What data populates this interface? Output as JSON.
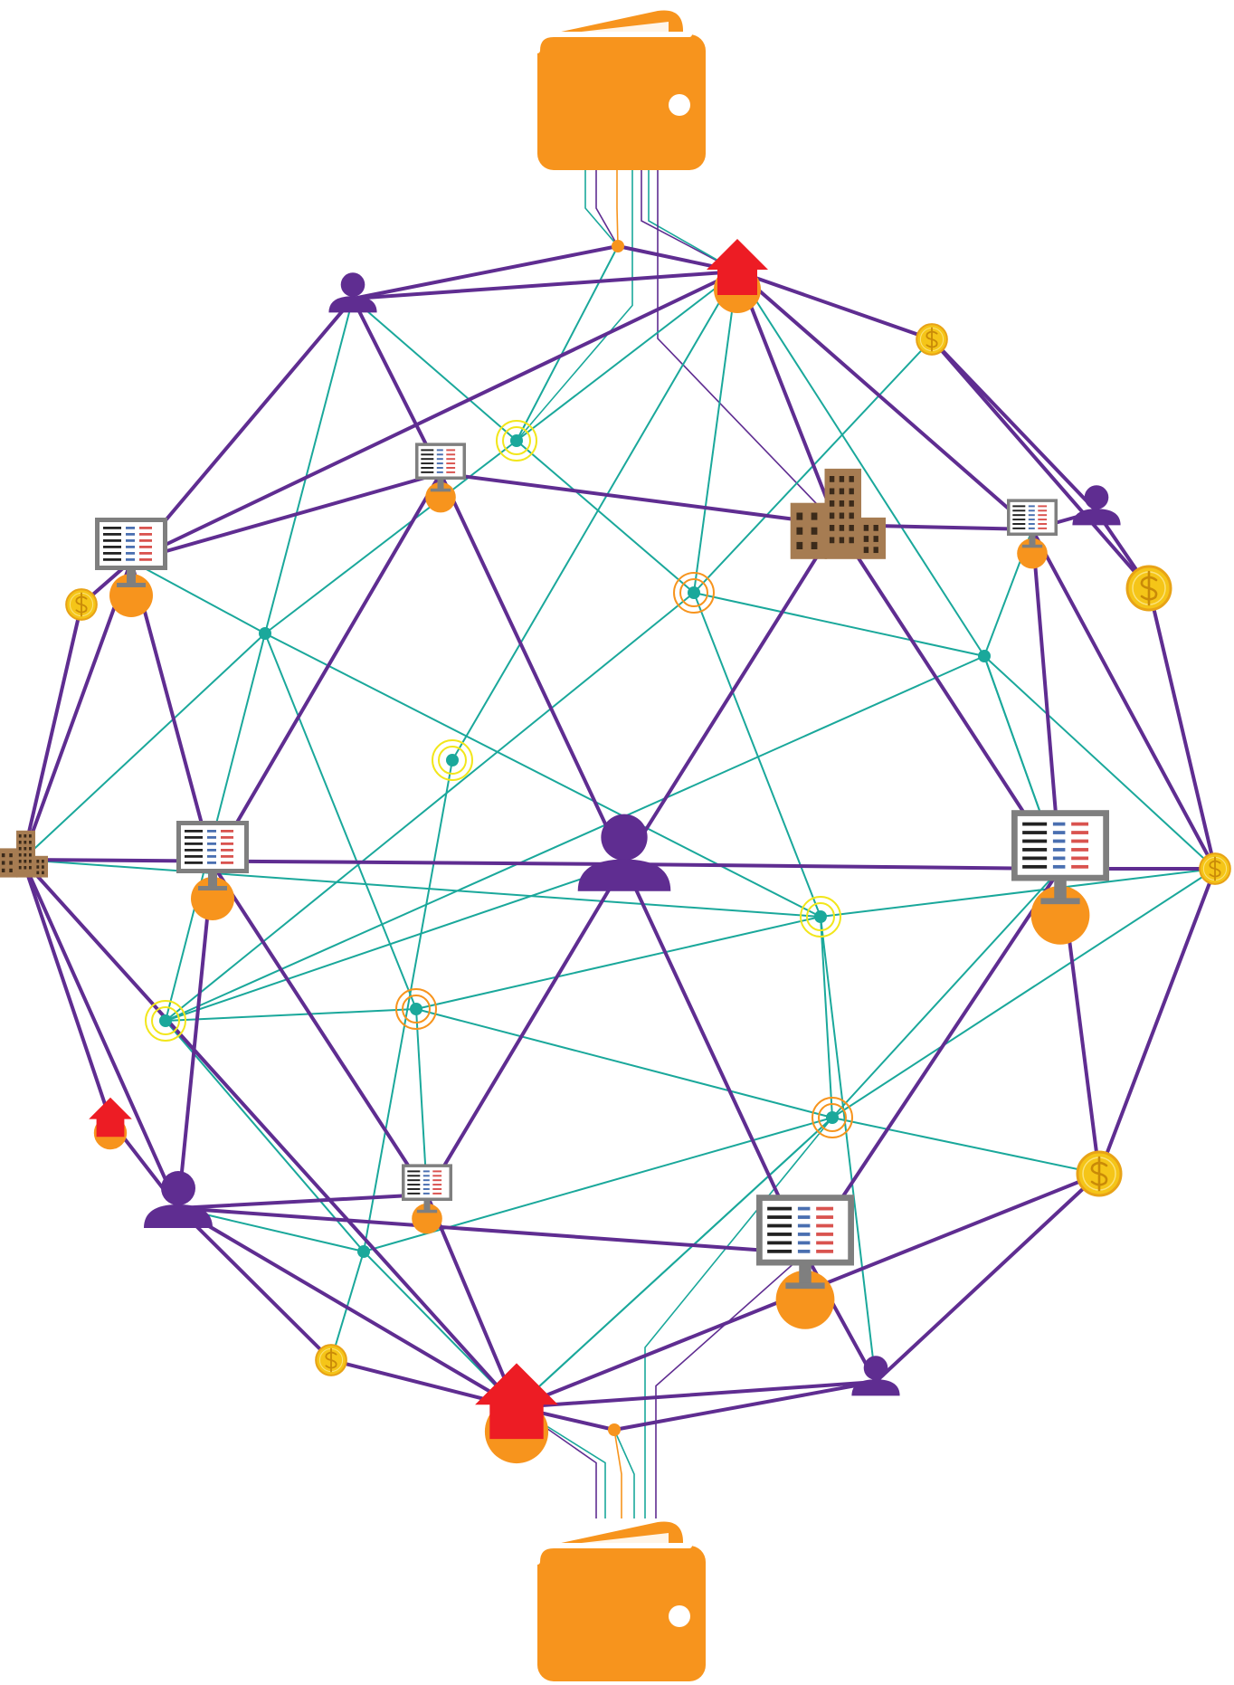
{
  "colors": {
    "purple": "#5f2d91",
    "teal": "#1aa89b",
    "orange": "#f7941d",
    "red": "#ed1c24",
    "coin": "#f5c518",
    "coinEdge": "#e8a317",
    "brown": "#a67c52",
    "gray": "#7f7f7f",
    "yellowRing": "#f2e61b"
  },
  "nodes": [
    {
      "id": "person-center",
      "type": "person",
      "size": "l"
    },
    {
      "id": "person-top",
      "type": "person",
      "size": "s"
    },
    {
      "id": "person-right",
      "type": "person",
      "size": "s"
    },
    {
      "id": "person-left-bottom",
      "type": "person",
      "size": "m"
    },
    {
      "id": "person-bottom-right",
      "type": "person",
      "size": "s"
    },
    {
      "id": "house-top",
      "type": "house",
      "size": "m"
    },
    {
      "id": "house-bottom",
      "type": "house",
      "size": "l"
    },
    {
      "id": "house-left-small",
      "type": "house",
      "size": "s"
    },
    {
      "id": "monitor-upper-left",
      "type": "monitor",
      "size": "m"
    },
    {
      "id": "monitor-top-mid",
      "type": "monitor",
      "size": "s"
    },
    {
      "id": "monitor-upper-right",
      "type": "monitor",
      "size": "s"
    },
    {
      "id": "monitor-left-mid",
      "type": "monitor",
      "size": "m"
    },
    {
      "id": "monitor-right-mid",
      "type": "monitor",
      "size": "l"
    },
    {
      "id": "monitor-lower-mid",
      "type": "monitor",
      "size": "s"
    },
    {
      "id": "monitor-lower-right",
      "type": "monitor",
      "size": "l"
    },
    {
      "id": "building-mid",
      "type": "building",
      "size": "l"
    },
    {
      "id": "building-left",
      "type": "building",
      "size": "s"
    },
    {
      "id": "coin-top-right",
      "type": "coin",
      "size": "s"
    },
    {
      "id": "coin-right",
      "type": "coin",
      "size": "m"
    },
    {
      "id": "coin-left",
      "type": "coin",
      "size": "s"
    },
    {
      "id": "coin-far-right",
      "type": "coin",
      "size": "s"
    },
    {
      "id": "coin-lower-right",
      "type": "coin",
      "size": "m"
    },
    {
      "id": "coin-bottom-left",
      "type": "coin",
      "size": "s"
    },
    {
      "id": "hub-1",
      "type": "hub",
      "ring": "yellow"
    },
    {
      "id": "hub-2",
      "type": "hub",
      "ring": "orange"
    },
    {
      "id": "hub-3",
      "type": "hub",
      "ring": "yellow"
    },
    {
      "id": "hub-4",
      "type": "hub",
      "ring": "yellow"
    },
    {
      "id": "hub-5",
      "type": "hub",
      "ring": "yellow"
    },
    {
      "id": "hub-6",
      "type": "hub",
      "ring": "orange"
    },
    {
      "id": "hub-7",
      "type": "hub",
      "ring": "orange"
    },
    {
      "id": "dot-1",
      "type": "dot"
    },
    {
      "id": "dot-2",
      "type": "dot"
    },
    {
      "id": "dot-3",
      "type": "dot"
    },
    {
      "id": "junction-top",
      "type": "junction"
    },
    {
      "id": "junction-bottom",
      "type": "junction"
    }
  ],
  "wallets": [
    {
      "id": "wallet-top",
      "icon": "wallet-icon"
    },
    {
      "id": "wallet-bottom",
      "icon": "wallet-icon"
    }
  ],
  "purple_edges": [
    [
      "person-top",
      "house-top"
    ],
    [
      "person-top",
      "junction-top"
    ],
    [
      "junction-top",
      "house-top"
    ],
    [
      "person-top",
      "monitor-upper-left"
    ],
    [
      "person-top",
      "monitor-top-mid"
    ],
    [
      "house-top",
      "monitor-upper-left"
    ],
    [
      "house-top",
      "building-mid"
    ],
    [
      "house-top",
      "monitor-upper-right"
    ],
    [
      "house-top",
      "coin-top-right"
    ],
    [
      "coin-top-right",
      "person-right"
    ],
    [
      "coin-top-right",
      "coin-right"
    ],
    [
      "monitor-top-mid",
      "building-mid"
    ],
    [
      "building-mid",
      "monitor-upper-right"
    ],
    [
      "monitor-top-mid",
      "person-center"
    ],
    [
      "monitor-top-mid",
      "monitor-left-mid"
    ],
    [
      "monitor-upper-left",
      "monitor-top-mid"
    ],
    [
      "monitor-upper-left",
      "coin-left"
    ],
    [
      "monitor-upper-left",
      "building-left"
    ],
    [
      "monitor-upper-left",
      "monitor-left-mid"
    ],
    [
      "coin-left",
      "building-left"
    ],
    [
      "person-center",
      "building-mid"
    ],
    [
      "building-mid",
      "monitor-right-mid"
    ],
    [
      "monitor-upper-right",
      "person-right"
    ],
    [
      "monitor-upper-right",
      "monitor-right-mid"
    ],
    [
      "monitor-upper-right",
      "coin-far-right"
    ],
    [
      "person-right",
      "coin-right"
    ],
    [
      "coin-right",
      "coin-far-right"
    ],
    [
      "building-left",
      "person-center"
    ],
    [
      "person-center",
      "monitor-right-mid"
    ],
    [
      "monitor-right-mid",
      "coin-far-right"
    ],
    [
      "building-left",
      "house-left-small"
    ],
    [
      "building-left",
      "person-left-bottom"
    ],
    [
      "building-left",
      "house-bottom"
    ],
    [
      "house-left-small",
      "person-left-bottom"
    ],
    [
      "monitor-left-mid",
      "person-left-bottom"
    ],
    [
      "monitor-left-mid",
      "monitor-lower-mid"
    ],
    [
      "person-center",
      "monitor-lower-mid"
    ],
    [
      "person-center",
      "monitor-lower-right"
    ],
    [
      "monitor-right-mid",
      "coin-lower-right"
    ],
    [
      "monitor-right-mid",
      "monitor-lower-right"
    ],
    [
      "coin-far-right",
      "coin-lower-right"
    ],
    [
      "person-left-bottom",
      "monitor-lower-mid"
    ],
    [
      "person-left-bottom",
      "monitor-lower-right"
    ],
    [
      "person-left-bottom",
      "coin-bottom-left"
    ],
    [
      "person-left-bottom",
      "house-bottom"
    ],
    [
      "monitor-lower-mid",
      "house-bottom"
    ],
    [
      "coin-lower-right",
      "house-bottom"
    ],
    [
      "coin-lower-right",
      "person-bottom-right"
    ],
    [
      "monitor-lower-right",
      "person-bottom-right"
    ],
    [
      "person-bottom-right",
      "house-bottom"
    ],
    [
      "coin-bottom-left",
      "house-bottom"
    ],
    [
      "house-bottom",
      "junction-bottom"
    ],
    [
      "junction-bottom",
      "person-bottom-right"
    ]
  ],
  "teal_edges": [
    [
      "person-top",
      "hub-1"
    ],
    [
      "hub-1",
      "hub-2"
    ],
    [
      "hub-2",
      "dot-2"
    ],
    [
      "dot-2",
      "coin-far-right"
    ],
    [
      "person-top",
      "dot-1"
    ],
    [
      "dot-1",
      "hub-4"
    ],
    [
      "junction-top",
      "hub-1"
    ],
    [
      "hub-1",
      "dot-1"
    ],
    [
      "dot-1",
      "building-left"
    ],
    [
      "house-top",
      "hub-1"
    ],
    [
      "house-top",
      "hub-2"
    ],
    [
      "hub-2",
      "coin-top-right"
    ],
    [
      "house-top",
      "dot-2"
    ],
    [
      "house-top",
      "hub-3"
    ],
    [
      "hub-3",
      "dot-3"
    ],
    [
      "dot-3",
      "house-bottom"
    ],
    [
      "monitor-upper-left",
      "dot-1"
    ],
    [
      "dot-1",
      "hub-6"
    ],
    [
      "hub-6",
      "monitor-lower-mid"
    ],
    [
      "dot-1",
      "hub-5"
    ],
    [
      "hub-5",
      "hub-6"
    ],
    [
      "hub-6",
      "hub-4"
    ],
    [
      "hub-4",
      "hub-7"
    ],
    [
      "hub-7",
      "monitor-right-mid"
    ],
    [
      "hub-2",
      "hub-5"
    ],
    [
      "hub-5",
      "person-center"
    ],
    [
      "hub-2",
      "hub-4"
    ],
    [
      "hub-4",
      "coin-far-right"
    ],
    [
      "hub-5",
      "dot-3"
    ],
    [
      "dot-3",
      "coin-bottom-left"
    ],
    [
      "building-left",
      "hub-4"
    ],
    [
      "hub-6",
      "hub-7"
    ],
    [
      "hub-7",
      "coin-lower-right"
    ],
    [
      "hub-7",
      "dot-3"
    ],
    [
      "dot-3",
      "person-left-bottom"
    ],
    [
      "hub-4",
      "person-bottom-right"
    ],
    [
      "hub-7",
      "house-bottom"
    ],
    [
      "dot-2",
      "monitor-right-mid"
    ],
    [
      "dot-2",
      "hub-5"
    ],
    [
      "monitor-upper-right",
      "dot-2"
    ],
    [
      "dot-2",
      "monitor-right-mid"
    ],
    [
      "coin-far-right",
      "hub-7"
    ],
    [
      "hub-7",
      "house-bottom"
    ]
  ],
  "feeds": {
    "top": [
      {
        "color": "teal",
        "end": "junction-top"
      },
      {
        "color": "purple",
        "end": "junction-top"
      },
      {
        "color": "orange",
        "end": "junction-top"
      },
      {
        "color": "teal",
        "end": "hub-1"
      },
      {
        "color": "purple",
        "end": "house-top"
      },
      {
        "color": "teal",
        "end": "house-top"
      },
      {
        "color": "purple",
        "end": "building-mid"
      }
    ],
    "bottom": [
      {
        "color": "purple",
        "end": "house-bottom"
      },
      {
        "color": "teal",
        "end": "house-bottom"
      },
      {
        "color": "orange",
        "end": "junction-bottom"
      },
      {
        "color": "teal",
        "end": "junction-bottom"
      },
      {
        "color": "teal",
        "end": "hub-7"
      },
      {
        "color": "purple",
        "end": "monitor-lower-right"
      }
    ]
  }
}
